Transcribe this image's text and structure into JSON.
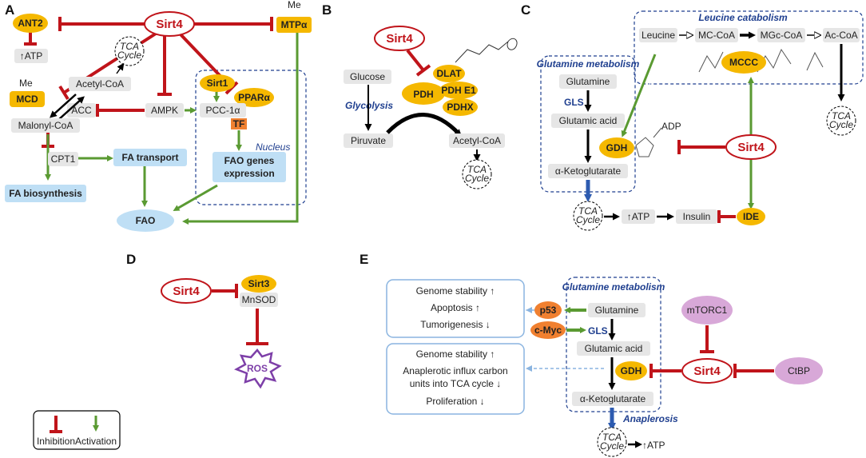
{
  "panels": {
    "a": "A",
    "b": "B",
    "c": "C",
    "d": "D",
    "e": "E"
  },
  "a": {
    "sirt4": "Sirt4",
    "ant2": "ANT2",
    "atp": "↑ATP",
    "tca": "TCA",
    "cycle": "Cycle",
    "acetyl": "Acetyl-CoA",
    "mcd": "MCD",
    "acc": "ACC",
    "malonyl": "Malonyl-CoA",
    "cpt1": "CPT1",
    "fa_transport": "FA transport",
    "fa_bio": "FA biosynthesis",
    "ampk": "AMPK",
    "sirt1": "Sirt1",
    "ppar": "PPARα",
    "pcc": "PCC-1α",
    "tf": "TF",
    "nucleus": "Nucleus",
    "fao_genes1": "FAO genes",
    "fao_genes2": "expression",
    "fao": "FAO",
    "mtp": "MTPα",
    "me": "Me"
  },
  "b": {
    "sirt4": "Sirt4",
    "glucose": "Glucose",
    "glycolysis": "Glycolysis",
    "piruvate": "Piruvate",
    "pdh": "PDH",
    "dlat": "DLAT",
    "pdhe1": "PDH E1",
    "pdhx": "PDHX",
    "acetyl": "Acetyl-CoA",
    "tca": "TCA",
    "cycle": "Cycle"
  },
  "c": {
    "leucine_cat": "Leucine catabolism",
    "leucine": "Leucine",
    "mccoa": "MC-CoA",
    "mgccoa": "MGc-CoA",
    "accoa": "Ac-CoA",
    "mccc": "MCCC",
    "gln_met1": "Glutamine metabolism",
    "glutamine": "Glutamine",
    "gls": "GLS",
    "glutamic": "Glutamic acid",
    "gdh": "GDH",
    "akg": "α-Ketoglutarate",
    "sirt4": "Sirt4",
    "tca": "TCA",
    "cycle": "Cycle",
    "atp": "↑ATP",
    "insulin": "Insulin",
    "ide": "IDE",
    "adp": "ADP"
  },
  "d": {
    "sirt4": "Sirt4",
    "sirt3": "Sirt3",
    "mnsod": "MnSOD",
    "ros": "ROS"
  },
  "legend": {
    "inhibition": "Inhibition",
    "activation": "Activation"
  },
  "e": {
    "box1": [
      "Genome stability ↑",
      "Apoptosis ↑",
      "Tumorigenesis ↓"
    ],
    "box2": [
      "Genome stability ↑",
      "Anaplerotic influx carbon",
      "units into TCA cycle ↓",
      "Proliferation ↓"
    ],
    "p53": "p53",
    "cmyc": "c-Myc",
    "gln_met": "Glutamine metabolism",
    "glutamine": "Glutamine",
    "gls": "GLS",
    "glutamic": "Glutamic acid",
    "gdh": "GDH",
    "akg": "α-Ketoglutarate",
    "anaplerosis": "Anaplerosis",
    "tca": "TCA",
    "cycle": "Cycle",
    "atp": "↑ATP",
    "mtorc1": "mTORC1",
    "sirt4": "Sirt4",
    "ctbp": "CtBP"
  },
  "colors": {
    "red": "#c0141a",
    "green": "#5a9a32",
    "orange": "#f5b800",
    "blue_box": "#bfdff5",
    "gray_box": "#e6e6e6",
    "navy": "#1f3f8f",
    "purple": "#d8a8d8",
    "orange2": "#f08030"
  }
}
